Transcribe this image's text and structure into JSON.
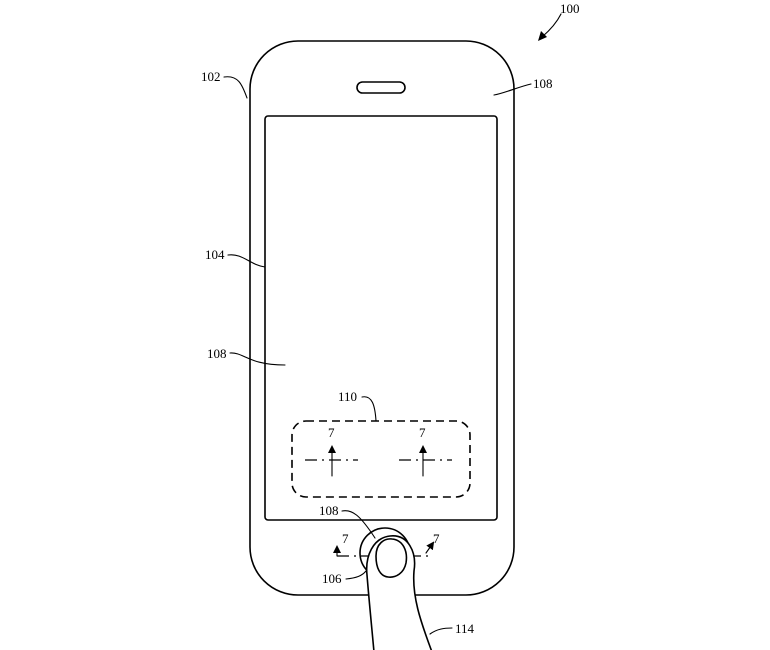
{
  "figure": {
    "labels": {
      "device": "100",
      "housing": "102",
      "display": "104",
      "input_button": "106",
      "cover_glass_top": "108",
      "cover_glass_left": "108",
      "cover_glass_bottom": "108",
      "sensor_region": "110",
      "finger": "114",
      "section_display_left": "7",
      "section_display_right": "7",
      "section_button_left": "7",
      "section_button_right": "7"
    }
  }
}
